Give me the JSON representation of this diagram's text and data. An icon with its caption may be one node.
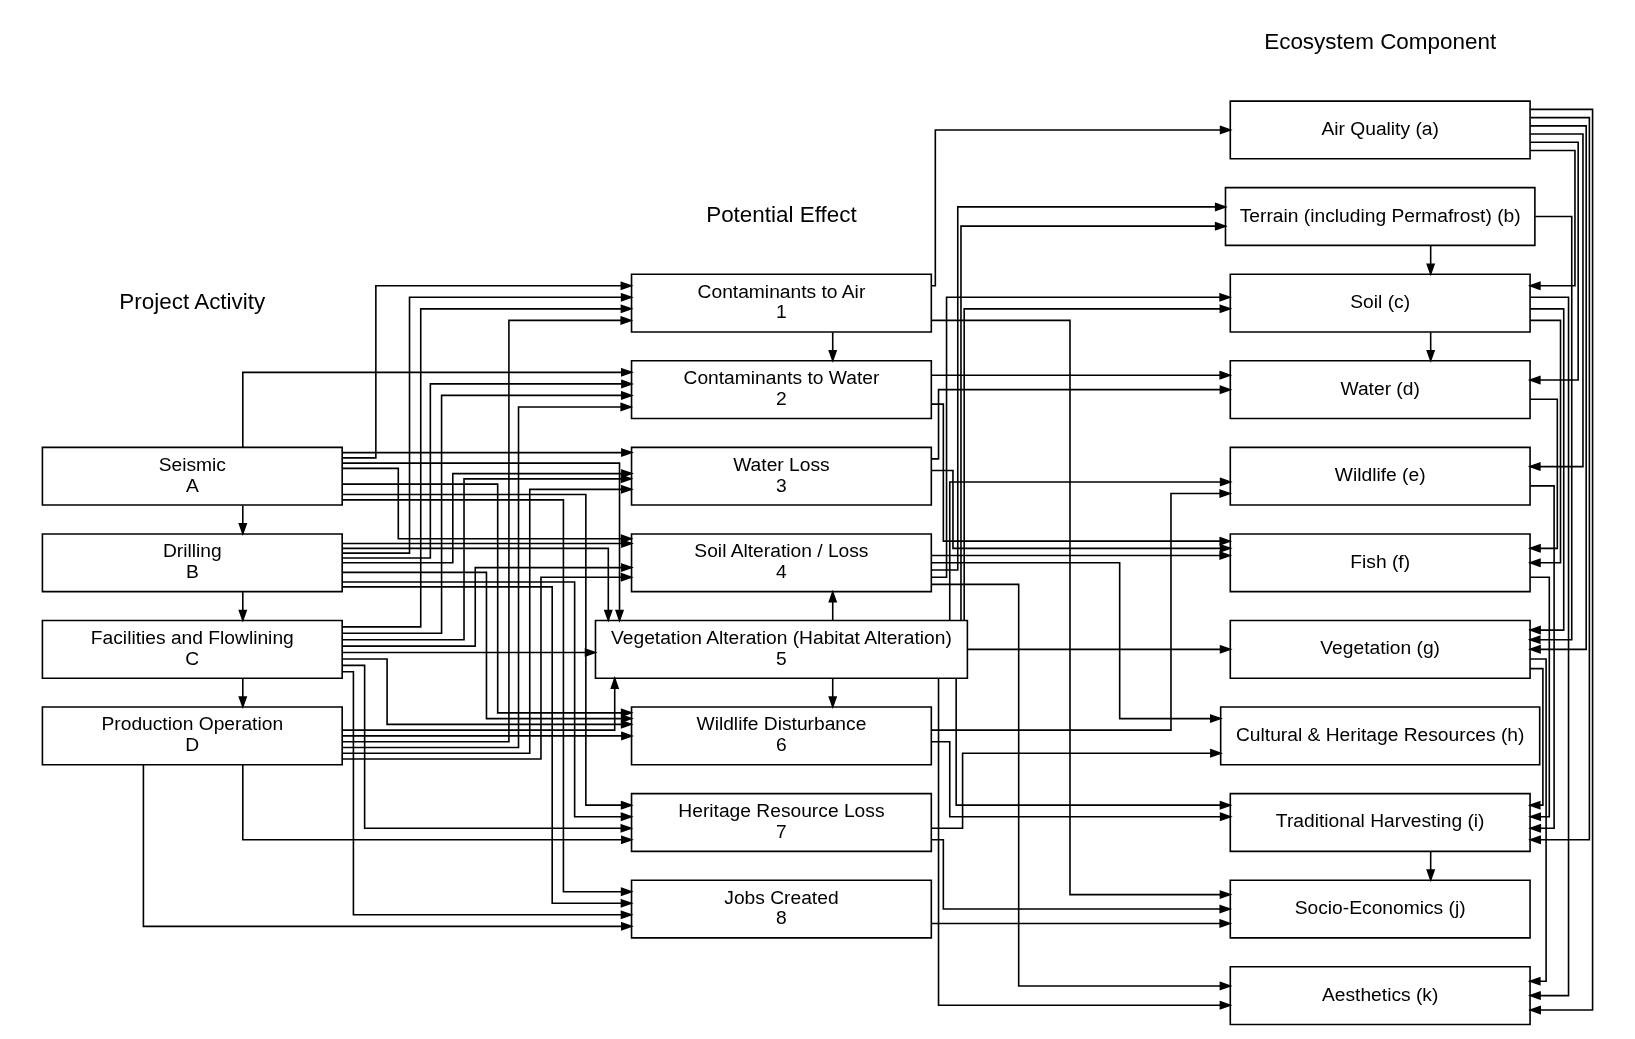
{
  "diagram": {
    "nodes": [
      {
        "text": [
          "Seismic",
          "A"
        ]
      },
      {
        "text": [
          "Drilling",
          "B"
        ]
      },
      {
        "text": [
          "Facilities and Flowlining",
          "C"
        ]
      },
      {
        "text": [
          "Production Operation",
          "D"
        ]
      },
      {
        "text": [
          "Contaminants to Air",
          "1"
        ]
      },
      {
        "text": [
          "Contaminants to Water",
          "2"
        ]
      },
      {
        "text": [
          "Water Loss",
          "3"
        ]
      },
      {
        "text": [
          "Soil Alteration / Loss",
          "4"
        ]
      },
      {
        "text": [
          "Vegetation Alteration (Habitat Alteration)",
          "5"
        ]
      },
      {
        "text": [
          "Wildlife Disturbance",
          "6"
        ]
      },
      {
        "text": [
          "Heritage Resource Loss",
          "7"
        ]
      },
      {
        "text": [
          "Jobs Created",
          "8"
        ]
      },
      {
        "text": [
          "Air Quality (a)"
        ]
      },
      {
        "text": [
          "Terrain (including Permafrost) (b)"
        ]
      },
      {
        "text": [
          "Soil (c)"
        ]
      },
      {
        "text": [
          "Water (d)"
        ]
      },
      {
        "text": [
          "Wildlife (e)"
        ]
      },
      {
        "text": [
          "Fish (f)"
        ]
      },
      {
        "text": [
          "Vegetation (g)"
        ]
      },
      {
        "text": [
          "Cultural & Heritage Resources (h)"
        ]
      },
      {
        "text": [
          "Traditional Harvesting (i)"
        ]
      },
      {
        "text": [
          "Socio-Economics (j)"
        ]
      },
      {
        "text": [
          "Aesthetics (k)"
        ]
      }
    ],
    "edges": [
      {
        "from": 0,
        "to": 1,
        "arrow": "to"
      },
      {
        "from": 1,
        "to": 2,
        "arrow": "to"
      },
      {
        "from": 2,
        "to": 3,
        "arrow": "to"
      },
      {
        "from": 4,
        "to": 5,
        "arrow": "to"
      },
      {
        "from": 8,
        "to": 7,
        "arrow": "to"
      },
      {
        "from": 8,
        "to": 9,
        "arrow": "to"
      },
      {
        "from": 0,
        "to": 4,
        "arrow": "to"
      },
      {
        "from": 0,
        "to": 5,
        "arrow": "to"
      },
      {
        "from": 0,
        "to": 6,
        "arrow": "to"
      },
      {
        "from": 0,
        "to": 7,
        "arrow": "to"
      },
      {
        "from": 0,
        "to": 8,
        "arrow": "to"
      },
      {
        "from": 0,
        "to": 9,
        "arrow": "to"
      },
      {
        "from": 0,
        "to": 10,
        "arrow": "to"
      },
      {
        "from": 0,
        "to": 11,
        "arrow": "to"
      },
      {
        "from": 1,
        "to": 4,
        "arrow": "to"
      },
      {
        "from": 1,
        "to": 5,
        "arrow": "to"
      },
      {
        "from": 1,
        "to": 6,
        "arrow": "to"
      },
      {
        "from": 1,
        "to": 7,
        "arrow": "to"
      },
      {
        "from": 1,
        "to": 8,
        "arrow": "to"
      },
      {
        "from": 1,
        "to": 9,
        "arrow": "to"
      },
      {
        "from": 1,
        "to": 10,
        "arrow": "to"
      },
      {
        "from": 1,
        "to": 11,
        "arrow": "to"
      },
      {
        "from": 2,
        "to": 4,
        "arrow": "to"
      },
      {
        "from": 2,
        "to": 5,
        "arrow": "to"
      },
      {
        "from": 2,
        "to": 6,
        "arrow": "to"
      },
      {
        "from": 2,
        "to": 7,
        "arrow": "to"
      },
      {
        "from": 2,
        "to": 8,
        "arrow": "to"
      },
      {
        "from": 2,
        "to": 9,
        "arrow": "to"
      },
      {
        "from": 2,
        "to": 10,
        "arrow": "to"
      },
      {
        "from": 2,
        "to": 11,
        "arrow": "to"
      },
      {
        "from": 3,
        "to": 4,
        "arrow": "to"
      },
      {
        "from": 3,
        "to": 5,
        "arrow": "to"
      },
      {
        "from": 3,
        "to": 6,
        "arrow": "to"
      },
      {
        "from": 3,
        "to": 7,
        "arrow": "to"
      },
      {
        "from": 3,
        "to": 8,
        "arrow": "to"
      },
      {
        "from": 3,
        "to": 9,
        "arrow": "to"
      },
      {
        "from": 3,
        "to": 10,
        "arrow": "to"
      },
      {
        "from": 3,
        "to": 11,
        "arrow": "to"
      },
      {
        "from": 4,
        "to": 12,
        "arrow": "to"
      },
      {
        "from": 4,
        "to": 21,
        "arrow": "to"
      },
      {
        "from": 5,
        "to": 15,
        "arrow": "to"
      },
      {
        "from": 5,
        "to": 17,
        "arrow": "to"
      },
      {
        "from": 6,
        "to": 15,
        "arrow": "to"
      },
      {
        "from": 6,
        "to": 17,
        "arrow": "to"
      },
      {
        "from": 7,
        "to": 13,
        "arrow": "to"
      },
      {
        "from": 7,
        "to": 14,
        "arrow": "to"
      },
      {
        "from": 7,
        "to": 17,
        "arrow": "to"
      },
      {
        "from": 7,
        "to": 19,
        "arrow": "to"
      },
      {
        "from": 7,
        "to": 22,
        "arrow": "to"
      },
      {
        "from": 8,
        "to": 13,
        "arrow": "to"
      },
      {
        "from": 8,
        "to": 14,
        "arrow": "to"
      },
      {
        "from": 8,
        "to": 16,
        "arrow": "to"
      },
      {
        "from": 8,
        "to": 18,
        "arrow": "to"
      },
      {
        "from": 8,
        "to": 20,
        "arrow": "to"
      },
      {
        "from": 8,
        "to": 22,
        "arrow": "to"
      },
      {
        "from": 9,
        "to": 16,
        "arrow": "to"
      },
      {
        "from": 9,
        "to": 20,
        "arrow": "to"
      },
      {
        "from": 10,
        "to": 21,
        "arrow": "to"
      },
      {
        "from": 10,
        "to": 19,
        "arrow": "to"
      },
      {
        "from": 11,
        "to": 21,
        "arrow": "to"
      },
      {
        "from": 12,
        "to": 14,
        "arrow": "to"
      },
      {
        "from": 12,
        "to": 15,
        "arrow": "to"
      },
      {
        "from": 12,
        "to": 16,
        "arrow": "to"
      },
      {
        "from": 12,
        "to": 18,
        "arrow": "to"
      },
      {
        "from": 12,
        "to": 20,
        "arrow": "to"
      },
      {
        "from": 12,
        "to": 22,
        "arrow": "to"
      },
      {
        "from": 13,
        "to": 14,
        "arrow": "to"
      },
      {
        "from": 13,
        "to": 18,
        "arrow": "to"
      },
      {
        "from": 14,
        "to": 15,
        "arrow": "to"
      },
      {
        "from": 14,
        "to": 17,
        "arrow": "to"
      },
      {
        "from": 14,
        "to": 18,
        "arrow": "to"
      },
      {
        "from": 14,
        "to": 22,
        "arrow": "to"
      },
      {
        "from": 15,
        "to": 17,
        "arrow": "to"
      },
      {
        "from": 16,
        "to": 20,
        "arrow": "to"
      },
      {
        "from": 17,
        "to": 20,
        "arrow": "to"
      },
      {
        "from": 18,
        "to": 20,
        "arrow": "to"
      },
      {
        "from": 18,
        "to": 22,
        "arrow": "to"
      },
      {
        "from": 20,
        "to": 21,
        "arrow": "to"
      }
    ],
    "labels": [
      "Project Activity",
      "Potential Effect",
      "Ecosystem Component"
    ]
  }
}
